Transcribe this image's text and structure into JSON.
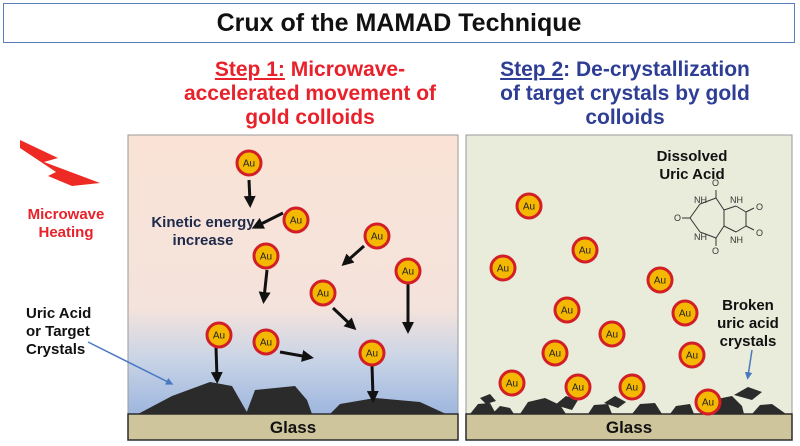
{
  "title": "Crux of the MAMAD Technique",
  "step1": {
    "heading": "Step 1:",
    "text_first": " Microwave-",
    "text_rest": "accelerated movement of gold colloids"
  },
  "step2": {
    "heading": "Step 2",
    "text_first": ": De-crystallization",
    "text_rest": "of target crystals by gold colloids"
  },
  "labels": {
    "microwave": [
      "Microwave",
      "Heating"
    ],
    "uric_acid": [
      "Uric Acid",
      "or Target",
      "Crystals"
    ],
    "kinetic": [
      "Kinetic energy",
      "increase"
    ],
    "dissolved": [
      "Dissolved",
      "Uric Acid"
    ],
    "broken": [
      "Broken",
      "uric acid",
      "crystals"
    ]
  },
  "glass_label": "Glass",
  "au_label": "Au",
  "molecule_labels": {
    "O": "O",
    "NH": "NH"
  },
  "colors": {
    "red": "#e8212a",
    "blue": "#2e3e95",
    "au_fill": "#f5b800",
    "au_ring": "#d21f27",
    "panel2": "#e9ecda",
    "glass": "#cfc59c"
  }
}
